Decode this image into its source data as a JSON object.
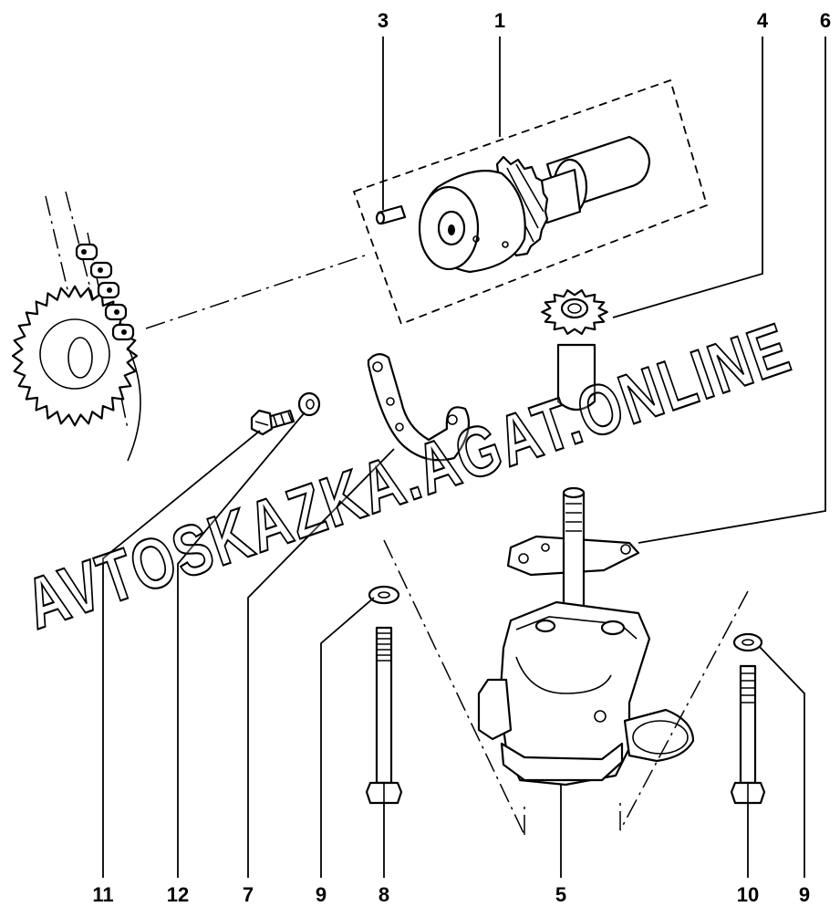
{
  "callouts": {
    "top": [
      "3",
      "1",
      "4",
      "6"
    ],
    "bottom": [
      "11",
      "12",
      "7",
      "9",
      "8",
      "5",
      "10",
      "9"
    ]
  },
  "watermark": "AVTOSKAZKA.AGAT.ONLINE"
}
